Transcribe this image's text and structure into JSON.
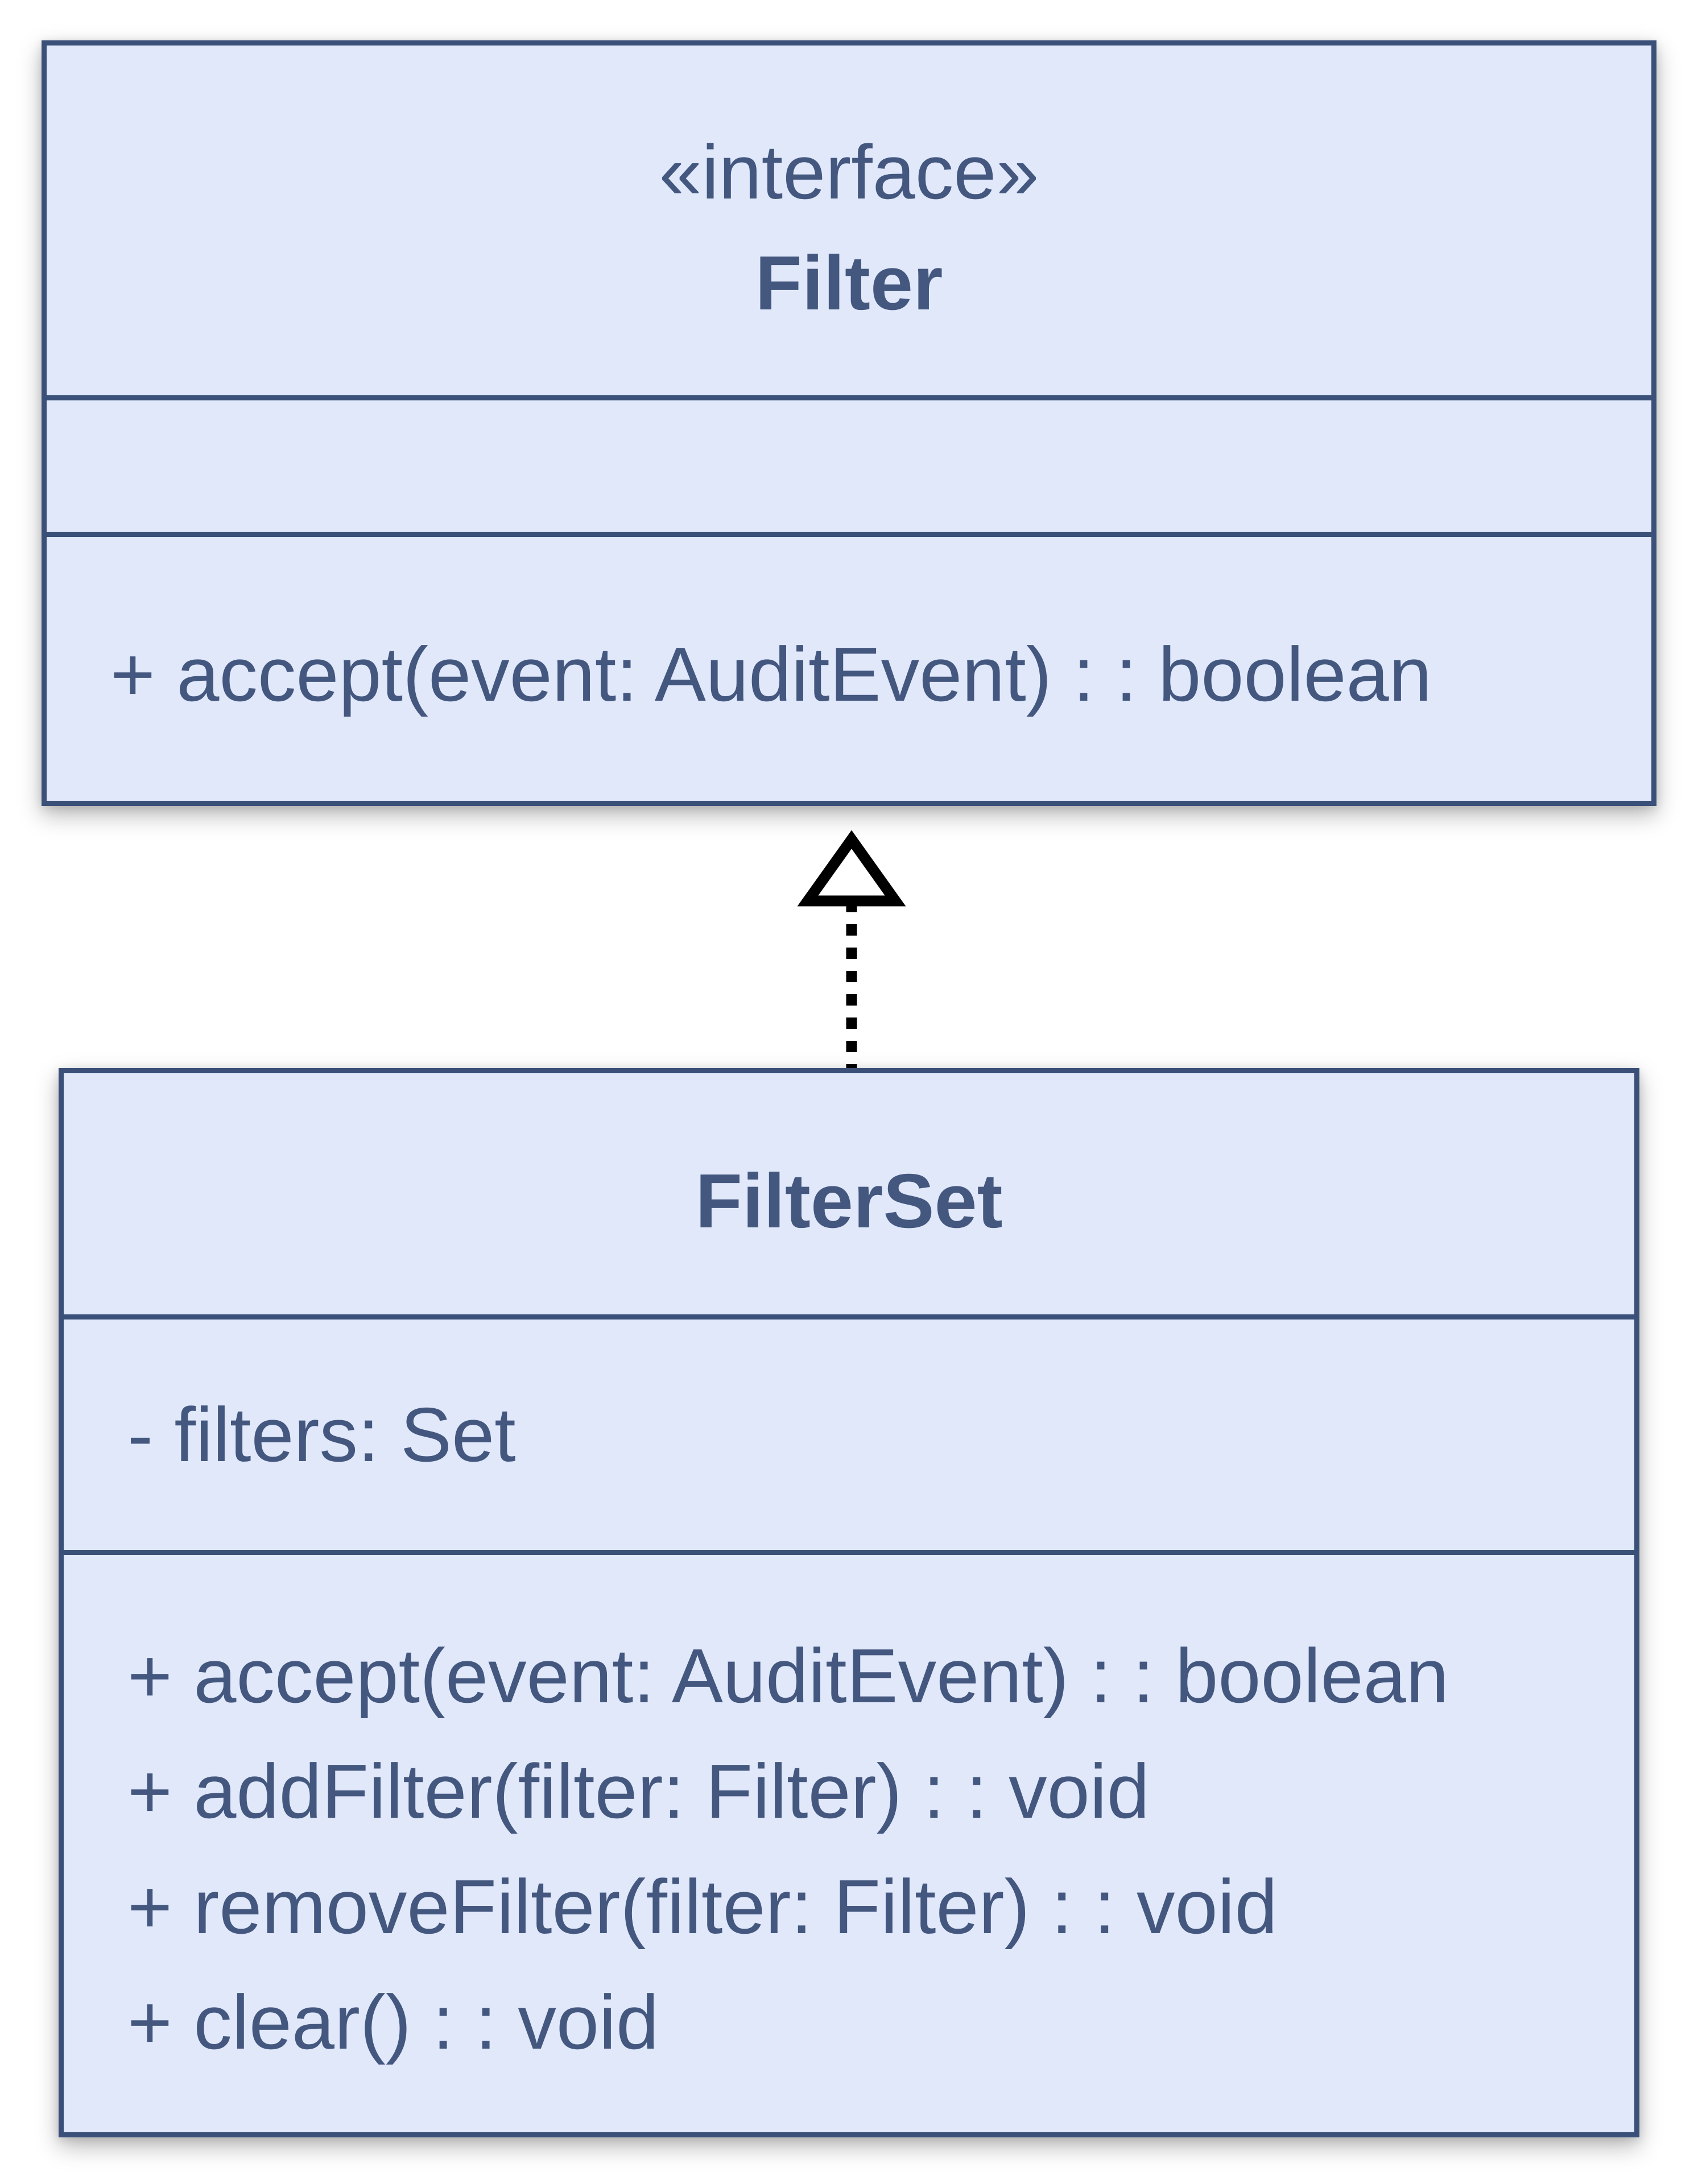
{
  "diagram": {
    "type": "uml-class-diagram",
    "colors": {
      "box_fill": "#e0e8fa",
      "box_border": "#3a5078",
      "text": "#44577f",
      "arrow": "#000000",
      "background": "#ffffff"
    },
    "interface_class": {
      "stereotype": "«interface»",
      "name": "Filter",
      "attributes": [],
      "methods": [
        "+ accept(event: AuditEvent) : : boolean"
      ]
    },
    "implementation_class": {
      "name": "FilterSet",
      "attributes": [
        "- filters: Set"
      ],
      "methods": [
        "+ accept(event: AuditEvent) : : boolean",
        "+ addFilter(filter: Filter) : : void",
        "+ removeFilter(filter: Filter) : : void",
        "+ clear() : : void"
      ]
    },
    "relationship": {
      "kind": "realization",
      "from": "FilterSet",
      "to": "Filter",
      "style": "dashed-line-hollow-triangle"
    }
  }
}
